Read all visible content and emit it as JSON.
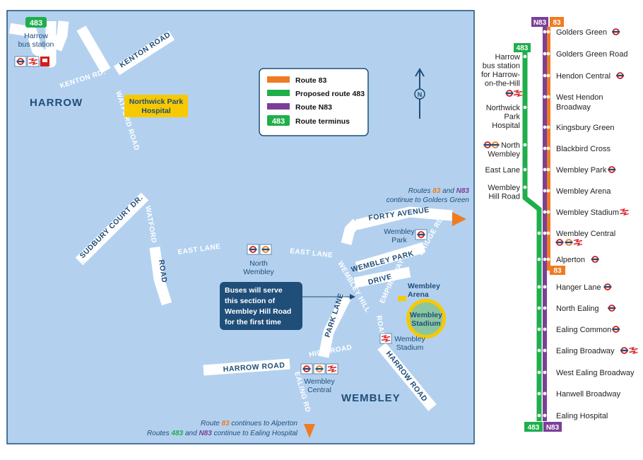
{
  "colors": {
    "water_bg": "#b3d1ef",
    "route_83": "#ef7b22",
    "route_483": "#1fae4b",
    "route_N83": "#7b3f98",
    "navy": "#1f4e79",
    "hospital_yellow": "#f7c900"
  },
  "map": {
    "roads": {
      "kenton_rd": "KENTON RD.",
      "kenton_road": "KENTON ROAD",
      "watford_road_1": "WATFORD ROAD",
      "watford_road_2": "WATFORD",
      "road": "ROAD",
      "sudbury": "SUDBURY COURT DR.",
      "east_lane_1": "EAST LANE",
      "east_lane_2": "EAST LANE",
      "forty_avenue": "FORTY AVENUE",
      "wembley_park_drive_1": "WEMBLEY PARK",
      "wembley_park_drive_2": "DRIVE",
      "wembley_hill": "WEMBLEY HILL",
      "road2": "ROAD",
      "empire_way": "EMPIRE WAY",
      "bridge_rd": "BRIDGE RD",
      "park_lane": "PARK LANE",
      "high_road": "HIGH ROAD",
      "harrow_road_w": "HARROW ROAD",
      "harrow_road_e": "HARROW ROAD",
      "ealing_rd": "EALING RD"
    },
    "places": {
      "harrow": "HARROW",
      "wembley": "WEMBLEY"
    },
    "stations": {
      "harrow_bus_1": "Harrow",
      "harrow_bus_2": "bus station",
      "northwick_1": "Northwick Park",
      "northwick_2": "Hospital",
      "north_wembley_1": "North",
      "north_wembley_2": "Wembley",
      "wembley_park_1": "Wembley",
      "wembley_park_2": "Park",
      "wembley_arena_1": "Wembley",
      "wembley_arena_2": "Arena",
      "stadium_1": "Wembley",
      "stadium_2": "Stadium",
      "wembley_stadium_1": "Wembley",
      "wembley_stadium_2": "Stadium",
      "wembley_central_1": "Wembley",
      "wembley_central_2": "Central"
    },
    "terminus_badge": "483",
    "legend": {
      "items": [
        {
          "label": "Route 83",
          "color": "#ef7b22"
        },
        {
          "label": "Proposed route 483",
          "color": "#1fae4b"
        },
        {
          "label": "Route N83",
          "color": "#7b3f98"
        }
      ],
      "terminus_badge": "483",
      "terminus_label": "Route terminus"
    },
    "callout": {
      "line1": "Buses will serve",
      "line2": "this section of",
      "line3": "Wembley Hill Road",
      "line4": "for the first time"
    },
    "notes": {
      "top_a": "Routes ",
      "top_83": "83",
      "top_and": " and ",
      "top_N83": "N83",
      "top_line2": "continue to Golders Green",
      "bottom_a": "Route ",
      "bottom_83": "83",
      "bottom_b": " continues to Alperton",
      "bottom_c": "Routes ",
      "bottom_483": "483",
      "bottom_and": " and ",
      "bottom_N83": "N83",
      "bottom_d": " continue to Ealing Hospital"
    },
    "north_label": "N"
  },
  "diagram": {
    "header_N83": "N83",
    "header_83": "83",
    "badge_483_top": "483",
    "badge_83_mid": "83",
    "footer_483": "483",
    "footer_N83": "N83",
    "left_stops": [
      {
        "lines": [
          "Harrow",
          "bus station",
          "for Harrow-",
          "on-the-Hill"
        ],
        "icons": "tube rail"
      },
      {
        "lines": [
          "Northwick",
          "Park",
          "Hospital"
        ],
        "icons": ""
      },
      {
        "lines": [
          "North",
          "Wembley"
        ],
        "icons": "tube overground"
      },
      {
        "lines": [
          "East Lane"
        ],
        "icons": ""
      },
      {
        "lines": [
          "Wembley",
          "Hill Road"
        ],
        "icons": ""
      }
    ],
    "right_stops": [
      {
        "name": "Golders Green",
        "icons": "tube"
      },
      {
        "name": "Golders Green Road",
        "icons": ""
      },
      {
        "name": "Hendon Central",
        "icons": "tube"
      },
      {
        "name": "West Hendon",
        "name2": "Broadway",
        "icons": ""
      },
      {
        "name": "Kingsbury Green",
        "icons": ""
      },
      {
        "name": "Blackbird Cross",
        "icons": ""
      },
      {
        "name": "Wembley Park",
        "icons": "tube"
      },
      {
        "name": "Wembley Arena",
        "icons": ""
      },
      {
        "name": "Wembley Stadium",
        "icons": "rail"
      },
      {
        "name": "Wembley Central",
        "icons": "tube overground rail"
      },
      {
        "name": "Alperton",
        "icons": "tube"
      },
      {
        "name": "Hanger Lane",
        "icons": "tube"
      },
      {
        "name": "North Ealing",
        "icons": "tube"
      },
      {
        "name": "Ealing Common",
        "icons": "tube"
      },
      {
        "name": "Ealing Broadway",
        "icons": "tube rail"
      },
      {
        "name": "West Ealing Broadway",
        "icons": ""
      },
      {
        "name": "Hanwell Broadway",
        "icons": ""
      },
      {
        "name": "Ealing Hospital",
        "icons": ""
      }
    ]
  }
}
